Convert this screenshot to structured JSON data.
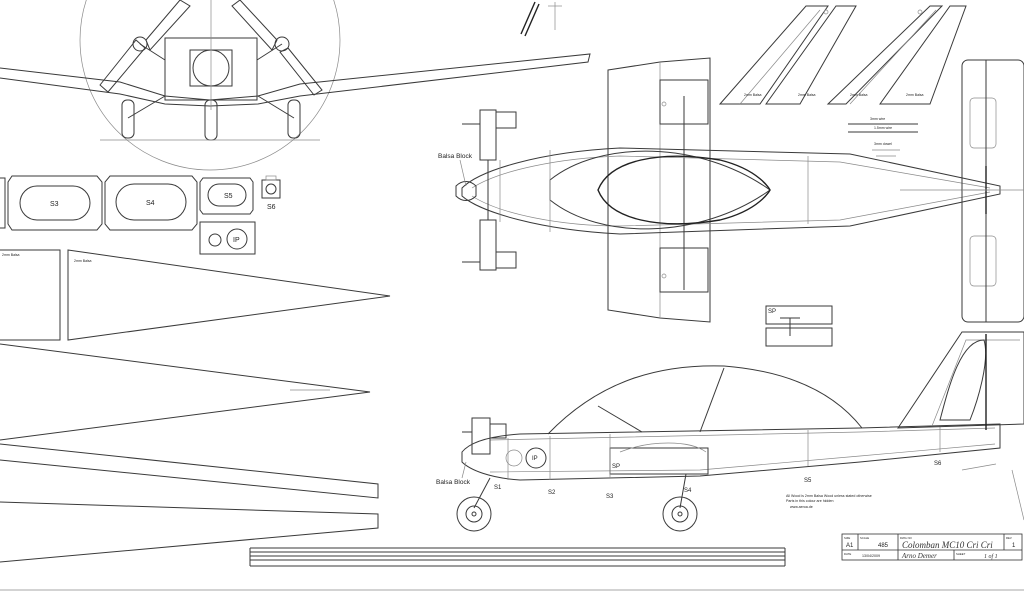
{
  "drawing": {
    "labels": {
      "balsa_block_top": "Balsa Block",
      "balsa_block_side": "Balsa Block",
      "s1": "S1",
      "s2": "S2",
      "s3": "S3",
      "s4": "S4",
      "s5": "S5",
      "s6": "S6",
      "ip": "IP",
      "sp": "SP"
    },
    "formers": [
      {
        "id": "S3",
        "label": "S3"
      },
      {
        "id": "S4",
        "label": "S4"
      },
      {
        "id": "S5",
        "label": "S5"
      },
      {
        "id": "S6",
        "label": "S6"
      }
    ],
    "notes": {
      "material_note": "All Wood is 2mm Balsa Wood unless stated otherwise",
      "colour_note": "Parts in this colour are hidden",
      "website": "www.aeroa.de",
      "small_balsa_1": "2mm Balsa",
      "small_balsa_2": "2mm Balsa",
      "small_balsa_3": "2mm Balsa",
      "small_balsa_4": "2mm Balsa",
      "wing_balsa_1": "2mm Balsa",
      "wing_balsa_2": "2mm Balsa",
      "wire_1": "3mm wire",
      "wire_2": "1.5mm wire",
      "dowel": "3mm dowel"
    },
    "title_block": {
      "size_label": "SIZE",
      "size_value": "A1",
      "scale_label": "SCALE",
      "scale_value": "485",
      "dwg_label": "DWG NO",
      "title": "Colomban MC10 Cri Cri",
      "rev_label": "REV",
      "rev_value": "1",
      "date_label": "DATE",
      "date_value": "13/04/2009",
      "author": "Arno Demer",
      "sheet_label": "SHEET",
      "sheet_value": "1 of 1"
    }
  }
}
